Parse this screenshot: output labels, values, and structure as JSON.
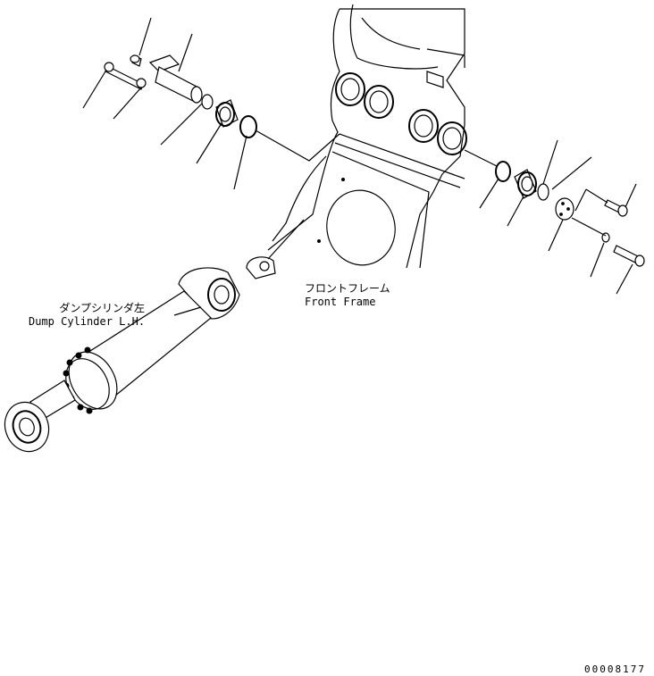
{
  "labels": {
    "front_frame_jp": "フロントフレーム",
    "front_frame_en": "Front Frame",
    "dump_cylinder_jp": "ダンプシリンダ左",
    "dump_cylinder_en": "Dump Cylinder L.H.",
    "drawing_number": "00008177"
  }
}
